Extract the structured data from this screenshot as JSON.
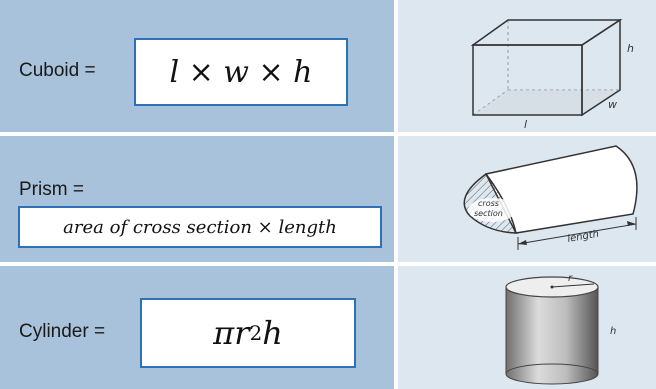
{
  "colors": {
    "left_panel": "#a8c2db",
    "right_panel": "#dde7f0",
    "formula_border": "#2f6fb5"
  },
  "rows": [
    {
      "label": "Cuboid =",
      "formula": "l × w × h",
      "diagram_labels": {
        "height": "h",
        "width": "w",
        "length": "l"
      }
    },
    {
      "label": "Prism =",
      "formula": "area of cross section × length",
      "diagram_labels": {
        "cross_line1": "cross",
        "cross_line2": "section",
        "length": "length"
      }
    },
    {
      "label": "Cylinder =",
      "formula_base": "πr",
      "formula_exp": "2",
      "formula_tail": "h",
      "diagram_labels": {
        "radius": "r",
        "height": "h"
      }
    }
  ]
}
